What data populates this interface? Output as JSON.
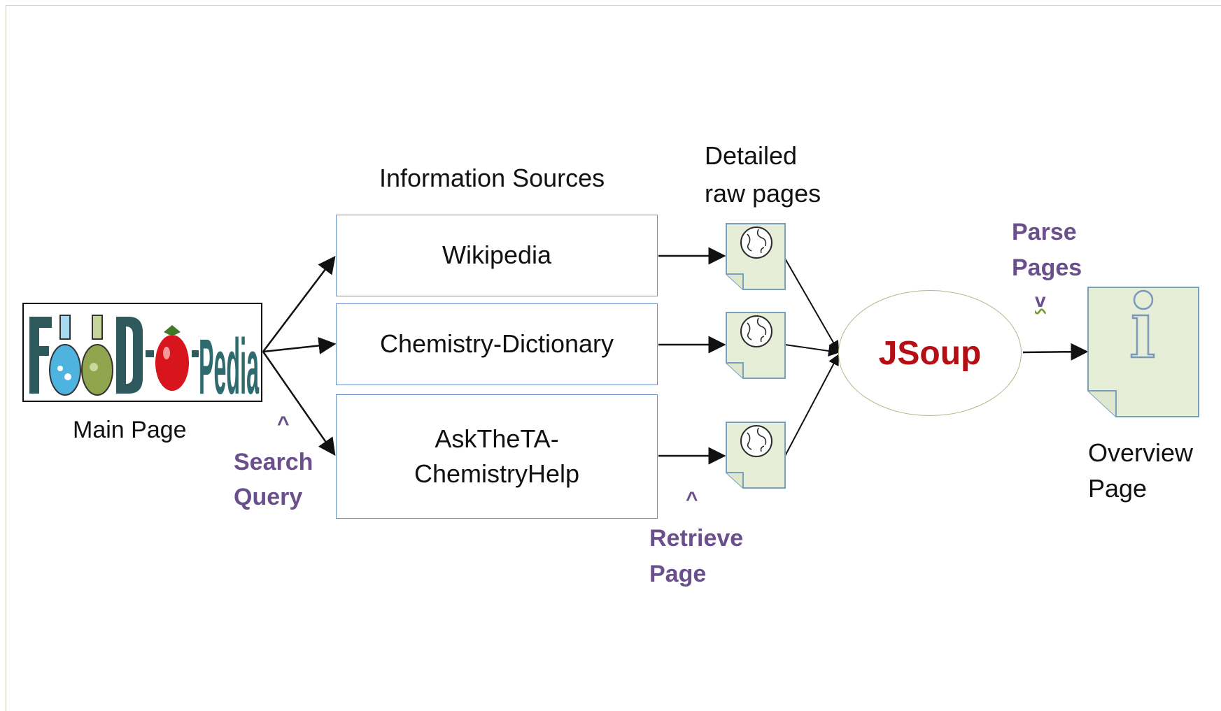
{
  "logo": {
    "text": "FOOD-O-Pedia"
  },
  "labels": {
    "main_page": "Main Page",
    "info_sources": "Information Sources",
    "detailed_line1": "Detailed",
    "detailed_line2": "raw pages",
    "overview_line1": "Overview",
    "overview_line2": "Page"
  },
  "notes": {
    "caret_up": "^",
    "caret_down": "v",
    "search_line1": "Search",
    "search_line2": "Query",
    "retrieve_line1": "Retrieve",
    "retrieve_line2": "Page",
    "parse_line1": "Parse",
    "parse_line2": "Pages"
  },
  "sources": {
    "wikipedia": "Wikipedia",
    "chem_dict": "Chemistry-Dictionary",
    "askta_line1": "AskTheTA-",
    "askta_line2": "ChemistryHelp"
  },
  "processor": {
    "label": "JSoup"
  },
  "icons": {
    "raw_page": "web-page-globe-icon",
    "overview_page": "info-document-icon"
  },
  "colors": {
    "note": "#6a4f8c",
    "processor_text": "#b40f14",
    "source_border": "#6b93c9",
    "document_fill": "#e6eed8",
    "document_border": "#7aa0c0",
    "logo_teal": "#2e6b6e",
    "tomato": "#d8141c"
  }
}
